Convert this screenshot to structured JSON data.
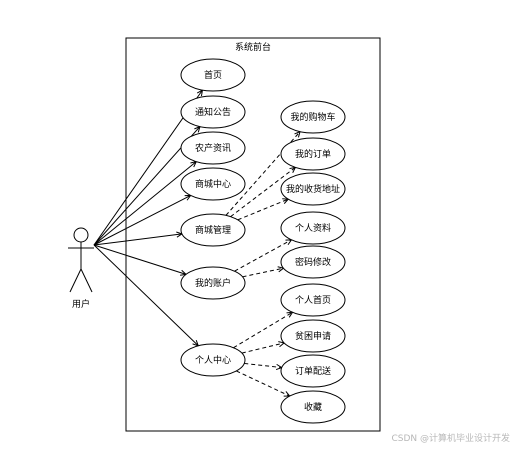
{
  "diagram": {
    "system_title": "系统前台",
    "actor_label": "用户",
    "level1": [
      {
        "key": "home",
        "label": "首页"
      },
      {
        "key": "notice",
        "label": "通知公告"
      },
      {
        "key": "news",
        "label": "农产资讯"
      },
      {
        "key": "mall",
        "label": "商城中心"
      },
      {
        "key": "mallmgr",
        "label": "商城管理"
      },
      {
        "key": "account",
        "label": "我的账户"
      },
      {
        "key": "personal",
        "label": "个人中心"
      }
    ],
    "level2": [
      {
        "key": "cart",
        "label": "我的购物车",
        "parent": "mallmgr"
      },
      {
        "key": "orders",
        "label": "我的订单",
        "parent": "mallmgr"
      },
      {
        "key": "address",
        "label": "我的收货地址",
        "parent": "mallmgr"
      },
      {
        "key": "profile",
        "label": "个人资料",
        "parent": "account"
      },
      {
        "key": "password",
        "label": "密码修改",
        "parent": "account"
      },
      {
        "key": "homepage",
        "label": "个人首页",
        "parent": "personal"
      },
      {
        "key": "poverty",
        "label": "贫困申请",
        "parent": "personal"
      },
      {
        "key": "delivery",
        "label": "订单配送",
        "parent": "personal"
      },
      {
        "key": "favorites",
        "label": "收藏",
        "parent": "personal"
      }
    ],
    "watermark": "CSDN @计算机毕业设计开发"
  }
}
